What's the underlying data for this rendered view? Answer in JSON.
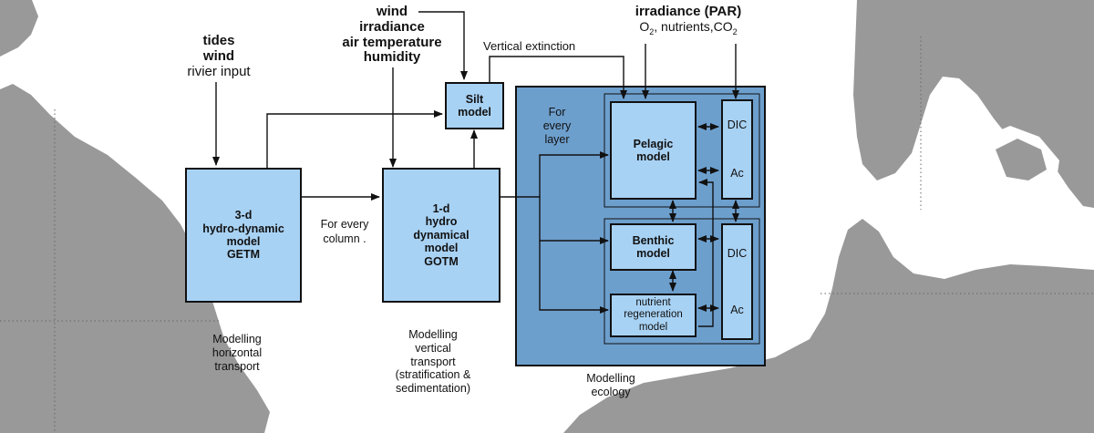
{
  "inputs": {
    "left": {
      "line1": "tides",
      "line2": "wind",
      "line3": "rivier input"
    },
    "middle": {
      "line1": "wind",
      "line2": "irradiance",
      "line3": "air temperature",
      "line4": "humidity"
    },
    "right": {
      "line1": "irradiance (PAR)",
      "o2": "O",
      "o2_sub": "2",
      "nutrients": ", nutrients,CO",
      "co2_sub": "2"
    }
  },
  "labels": {
    "vertical_extinction": "Vertical extinction",
    "for_every_column": "For every column .",
    "for_every_layer": "For every layer"
  },
  "boxes": {
    "hydro3d": {
      "line1": "3-d",
      "line2": "hydro-dynamic",
      "line3": "model",
      "line4": "GETM"
    },
    "hydro1d": {
      "line1": "1-d",
      "line2": "hydro",
      "line3": "dynamical",
      "line4": "model",
      "line5": "GOTM"
    },
    "silt": {
      "line1": "Silt",
      "line2": "model"
    },
    "pelagic": {
      "line1": "Pelagic",
      "line2": "model"
    },
    "benthic": {
      "line1": "Benthic",
      "line2": "model"
    },
    "nutrient": {
      "line1": "nutrient",
      "line2": "regeneration",
      "line3": "model"
    },
    "dic_top": {
      "dic": "DIC",
      "ac": "Ac"
    },
    "dic_bottom": {
      "dic": "DIC",
      "ac": "Ac"
    }
  },
  "captions": {
    "horizontal": {
      "line1": "Modelling",
      "line2": "horizontal",
      "line3": "transport"
    },
    "vertical": {
      "line1": "Modelling",
      "line2": "vertical",
      "line3": "transport",
      "line4": "(stratification &",
      "line5": "sedimentation)"
    },
    "ecology": {
      "line1": "Modelling",
      "line2": "ecology"
    }
  },
  "colors": {
    "land": "#999999",
    "sea": "#ffffff",
    "box_fill": "#a8d2f4",
    "panel_fill": "#6d9fcd",
    "line": "#111111"
  }
}
